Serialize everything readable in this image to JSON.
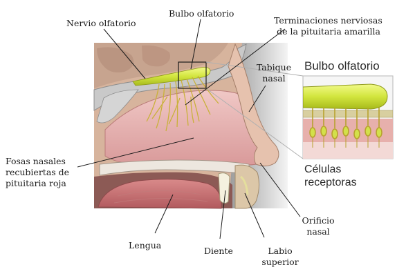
{
  "labels": {
    "nervio_olfatorio": "Nervio olfatorio",
    "bulbo_olfatorio": "Bulbo olfatorio",
    "terminaciones_1": "Terminaciones nerviosas",
    "terminaciones_2": "de la pituitaria amarilla",
    "tabique_1": "Tabique",
    "tabique_2": "nasal",
    "fosas_1": "Fosas nasales",
    "fosas_2": "recubiertas de",
    "fosas_3": "pituitaria roja",
    "lengua": "Lengua",
    "diente": "Diente",
    "labio_1": "Labio",
    "labio_2": "superior",
    "orificio_1": "Orificio",
    "orificio_2": "nasal"
  },
  "inset": {
    "title": "Bulbo olfatorio",
    "cells_1": "Células",
    "cells_2": "receptoras"
  },
  "colors": {
    "bulb_yellow": "#d6e84a",
    "mucosa_pink": "#e3a6a6",
    "nerve_olive": "#b8a436",
    "bone_gray": "#c9c9c9",
    "tissue_tan": "#d9b9a0"
  }
}
